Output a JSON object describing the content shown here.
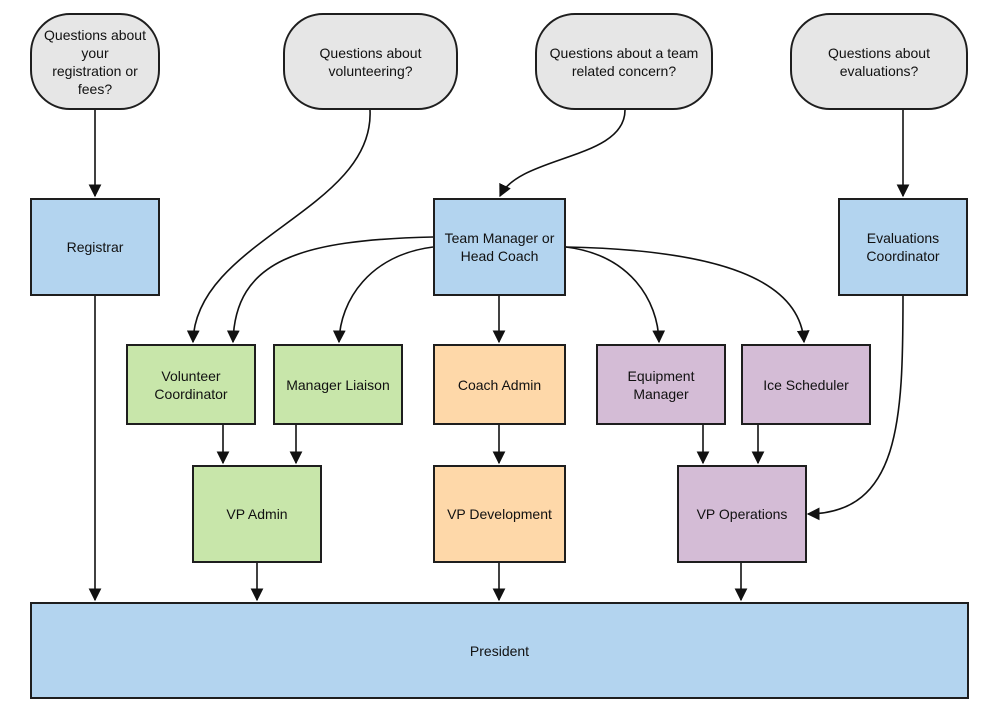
{
  "questions": {
    "registration": "Questions about your\nregistration or fees?",
    "volunteering": "Questions about\nvolunteering?",
    "team": "Questions about a team\nrelated concern?",
    "evaluations": "Questions about\nevaluations?"
  },
  "roles": {
    "registrar": "Registrar",
    "team_manager": "Team Manager or\nHead Coach",
    "evaluations_coordinator": "Evaluations\nCoordinator",
    "volunteer_coordinator": "Volunteer\nCoordinator",
    "manager_liaison": "Manager Liaison",
    "coach_admin": "Coach Admin",
    "equipment_manager": "Equipment\nManager",
    "ice_scheduler": "Ice Scheduler",
    "vp_admin": "VP Admin",
    "vp_development": "VP Development",
    "vp_operations": "VP Operations",
    "president": "President"
  },
  "colors": {
    "question": "#e6e6e6",
    "blue": "#b3d4ef",
    "green": "#c8e6aa",
    "orange": "#fed8a9",
    "purple": "#d4bcd6",
    "line": "#111111"
  }
}
